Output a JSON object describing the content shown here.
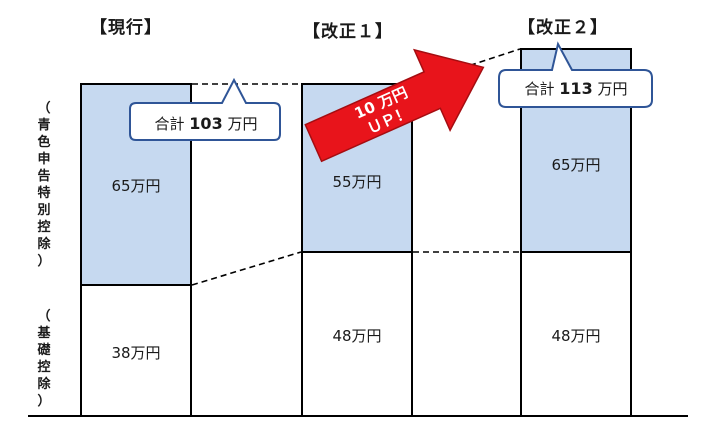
{
  "columns": [
    {
      "title": "【現行】",
      "upper": "65万円",
      "lower": "38万円"
    },
    {
      "title": "【改正１】",
      "upper": "55万円",
      "lower": "48万円"
    },
    {
      "title": "【改正２】",
      "upper": "65万円",
      "lower": "48万円"
    }
  ],
  "side_labels": {
    "upper": [
      "（",
      "青",
      "色",
      "申",
      "告",
      "特",
      "別",
      "控",
      "除",
      "）"
    ],
    "lower": [
      "（",
      "基",
      "礎",
      "控",
      "除",
      "）"
    ]
  },
  "callouts": {
    "left": {
      "prefix": "合計 ",
      "value": "103",
      "suffix": " 万円"
    },
    "right": {
      "prefix": "合計 ",
      "value": "113",
      "suffix": " 万円"
    }
  },
  "arrow": {
    "line1": "10 万円",
    "line2": "ＵＰ！"
  },
  "colors": {
    "upper_fill": "#c6d9f0",
    "arrow_red": "#e8141b",
    "callout_border": "#2f5597"
  }
}
